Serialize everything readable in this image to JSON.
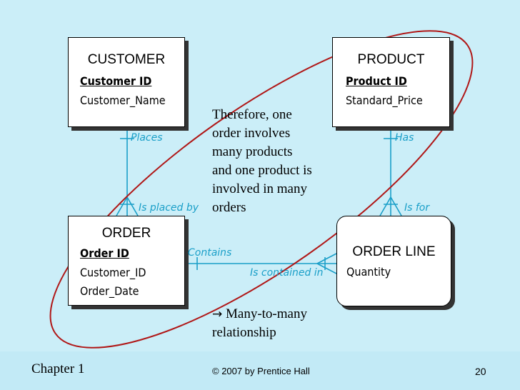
{
  "entities": {
    "customer": {
      "name": "CUSTOMER",
      "key": "Customer ID",
      "attrs": [
        "Customer_Name"
      ]
    },
    "product": {
      "name": "PRODUCT",
      "key": "Product ID",
      "attrs": [
        "Standard_Price"
      ]
    },
    "order": {
      "name": "ORDER",
      "key": "Order ID",
      "attrs": [
        "Customer_ID",
        "Order_Date"
      ]
    },
    "order_line": {
      "name": "ORDER LINE",
      "attrs": [
        "Quantity"
      ]
    }
  },
  "relationships": {
    "places": "Places",
    "is_placed_by": "Is placed by",
    "has": "Has",
    "is_for": "Is for",
    "contains": "Contains",
    "is_contained_in": "Is contained in"
  },
  "note": {
    "lines": [
      "Therefore, one",
      "order involves",
      "many products",
      "and one product is",
      "involved in many",
      "orders"
    ]
  },
  "conclusion": {
    "arrow": "→",
    "lines": [
      "Many-to-many",
      "relationship"
    ]
  },
  "footer": {
    "chapter": "Chapter 1",
    "copyright": "© 2007 by Prentice Hall",
    "page": "20"
  },
  "colors": {
    "background": "#cbeef8",
    "line": "#1a9fc8",
    "ellipse": "#b01818"
  }
}
